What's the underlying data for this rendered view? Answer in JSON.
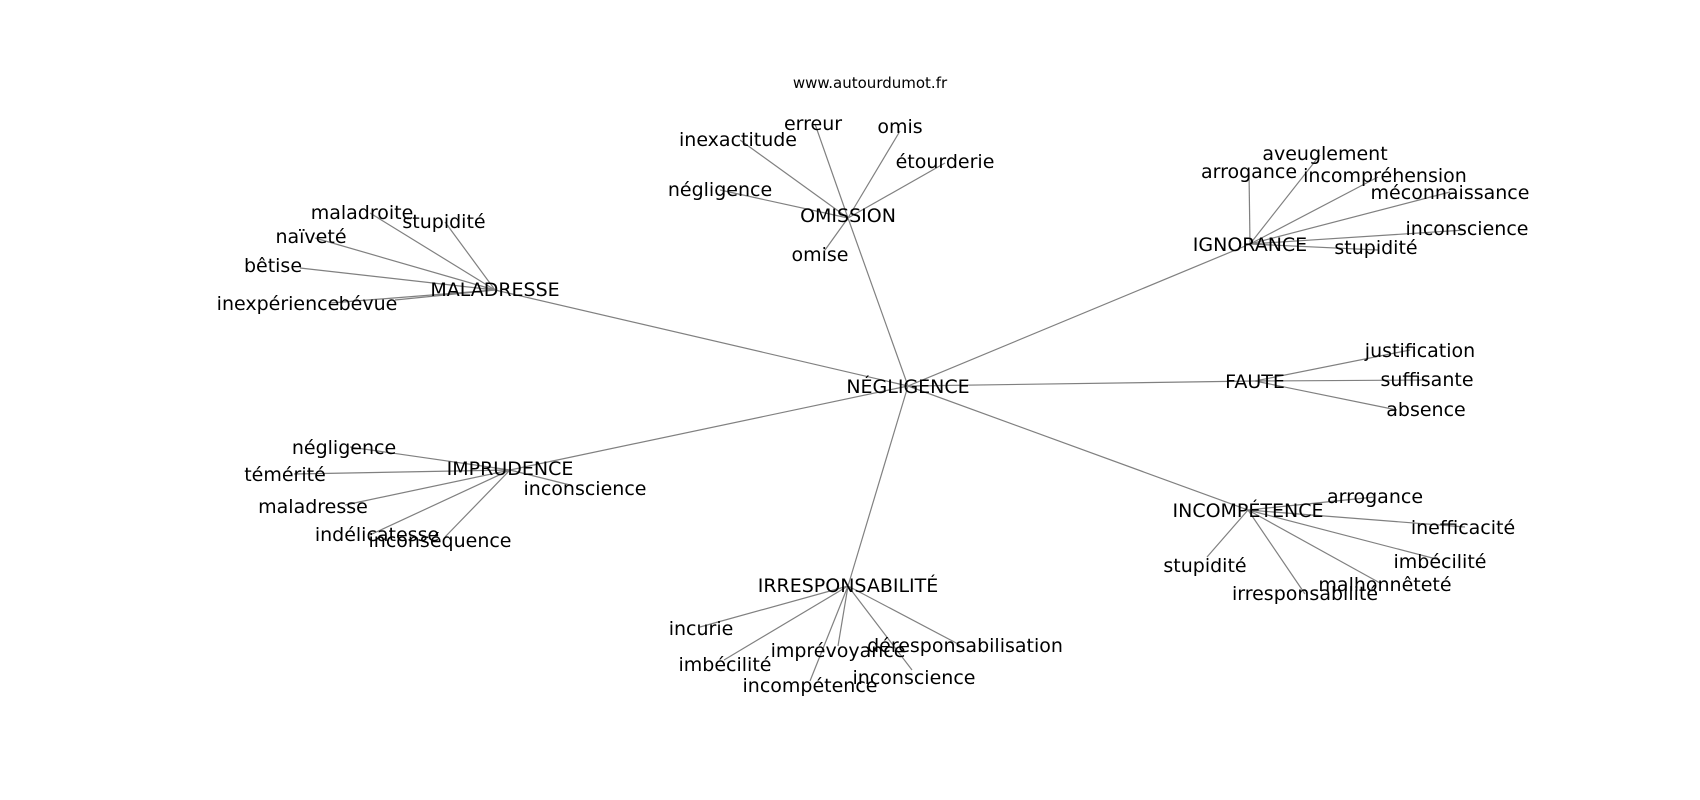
{
  "site": "www.autourdumot.fr",
  "center": {
    "label": "NÉGLIGENCE"
  },
  "hubs": [
    {
      "label": "OMISSION",
      "leaves": [
        "erreur",
        "omis",
        "inexactitude",
        "étourderie",
        "négligence",
        "omise"
      ]
    },
    {
      "label": "IGNORANCE",
      "leaves": [
        "aveuglement",
        "arrogance",
        "incompréhension",
        "méconnaissance",
        "inconscience",
        "stupidité"
      ]
    },
    {
      "label": "MALADRESSE",
      "leaves": [
        "maladroite",
        "stupidité",
        "naïveté",
        "bêtise",
        "inexpérience",
        "bévue"
      ]
    },
    {
      "label": "FAUTE",
      "leaves": [
        "justification",
        "suffisante",
        "absence"
      ]
    },
    {
      "label": "IMPRUDENCE",
      "leaves": [
        "négligence",
        "témérité",
        "inconscience",
        "maladresse",
        "indélicatesse",
        "inconséquence"
      ]
    },
    {
      "label": "INCOMPÉTENCE",
      "leaves": [
        "arrogance",
        "inefficacité",
        "imbécilité",
        "stupidité",
        "malhonnêteté",
        "irresponsabilité"
      ]
    },
    {
      "label": "IRRESPONSABILITÉ",
      "leaves": [
        "incurie",
        "imbécilité",
        "imprévoyance",
        "déresponsabilisation",
        "incompétence",
        "inconscience"
      ]
    }
  ],
  "colors": {
    "edge": "#808080",
    "text": "#000000",
    "background": "#ffffff"
  }
}
